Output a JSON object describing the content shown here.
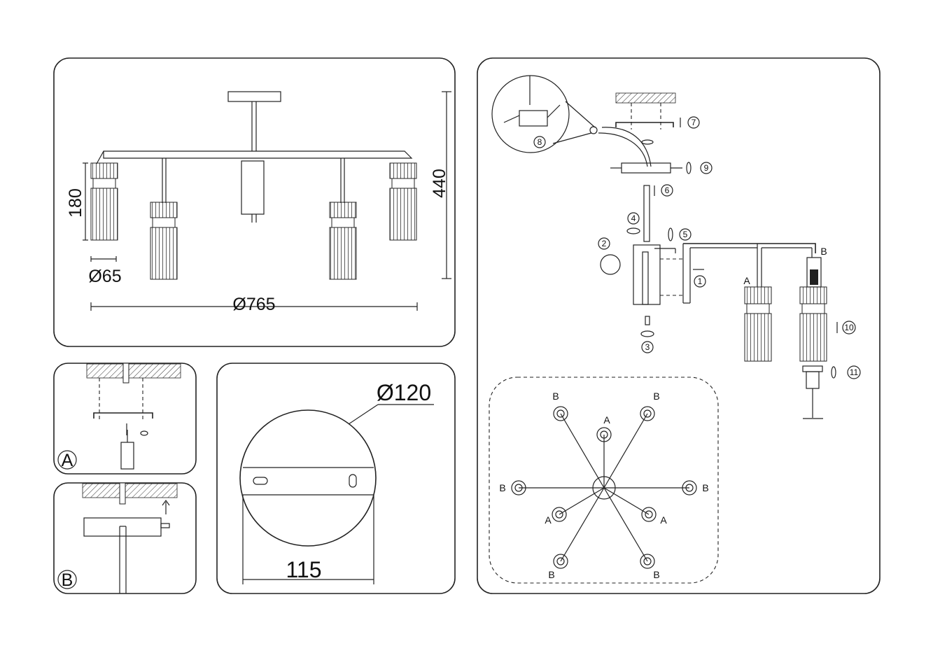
{
  "dimensions": {
    "height": "440",
    "shade_height": "180",
    "shade_diameter": "Ø65",
    "overall_diameter": "Ø765",
    "canopy_diameter": "Ø120",
    "mount_spacing": "115"
  },
  "panel_labels": {
    "a": "A",
    "b": "B"
  },
  "steps": [
    "1",
    "2",
    "3",
    "4",
    "5",
    "6",
    "7",
    "8",
    "9",
    "10",
    "11"
  ],
  "arm_labels": {
    "a": "A",
    "b": "B"
  },
  "layout_labels": [
    "B",
    "B",
    "A",
    "B",
    "B",
    "A",
    "A",
    "B",
    "B"
  ]
}
